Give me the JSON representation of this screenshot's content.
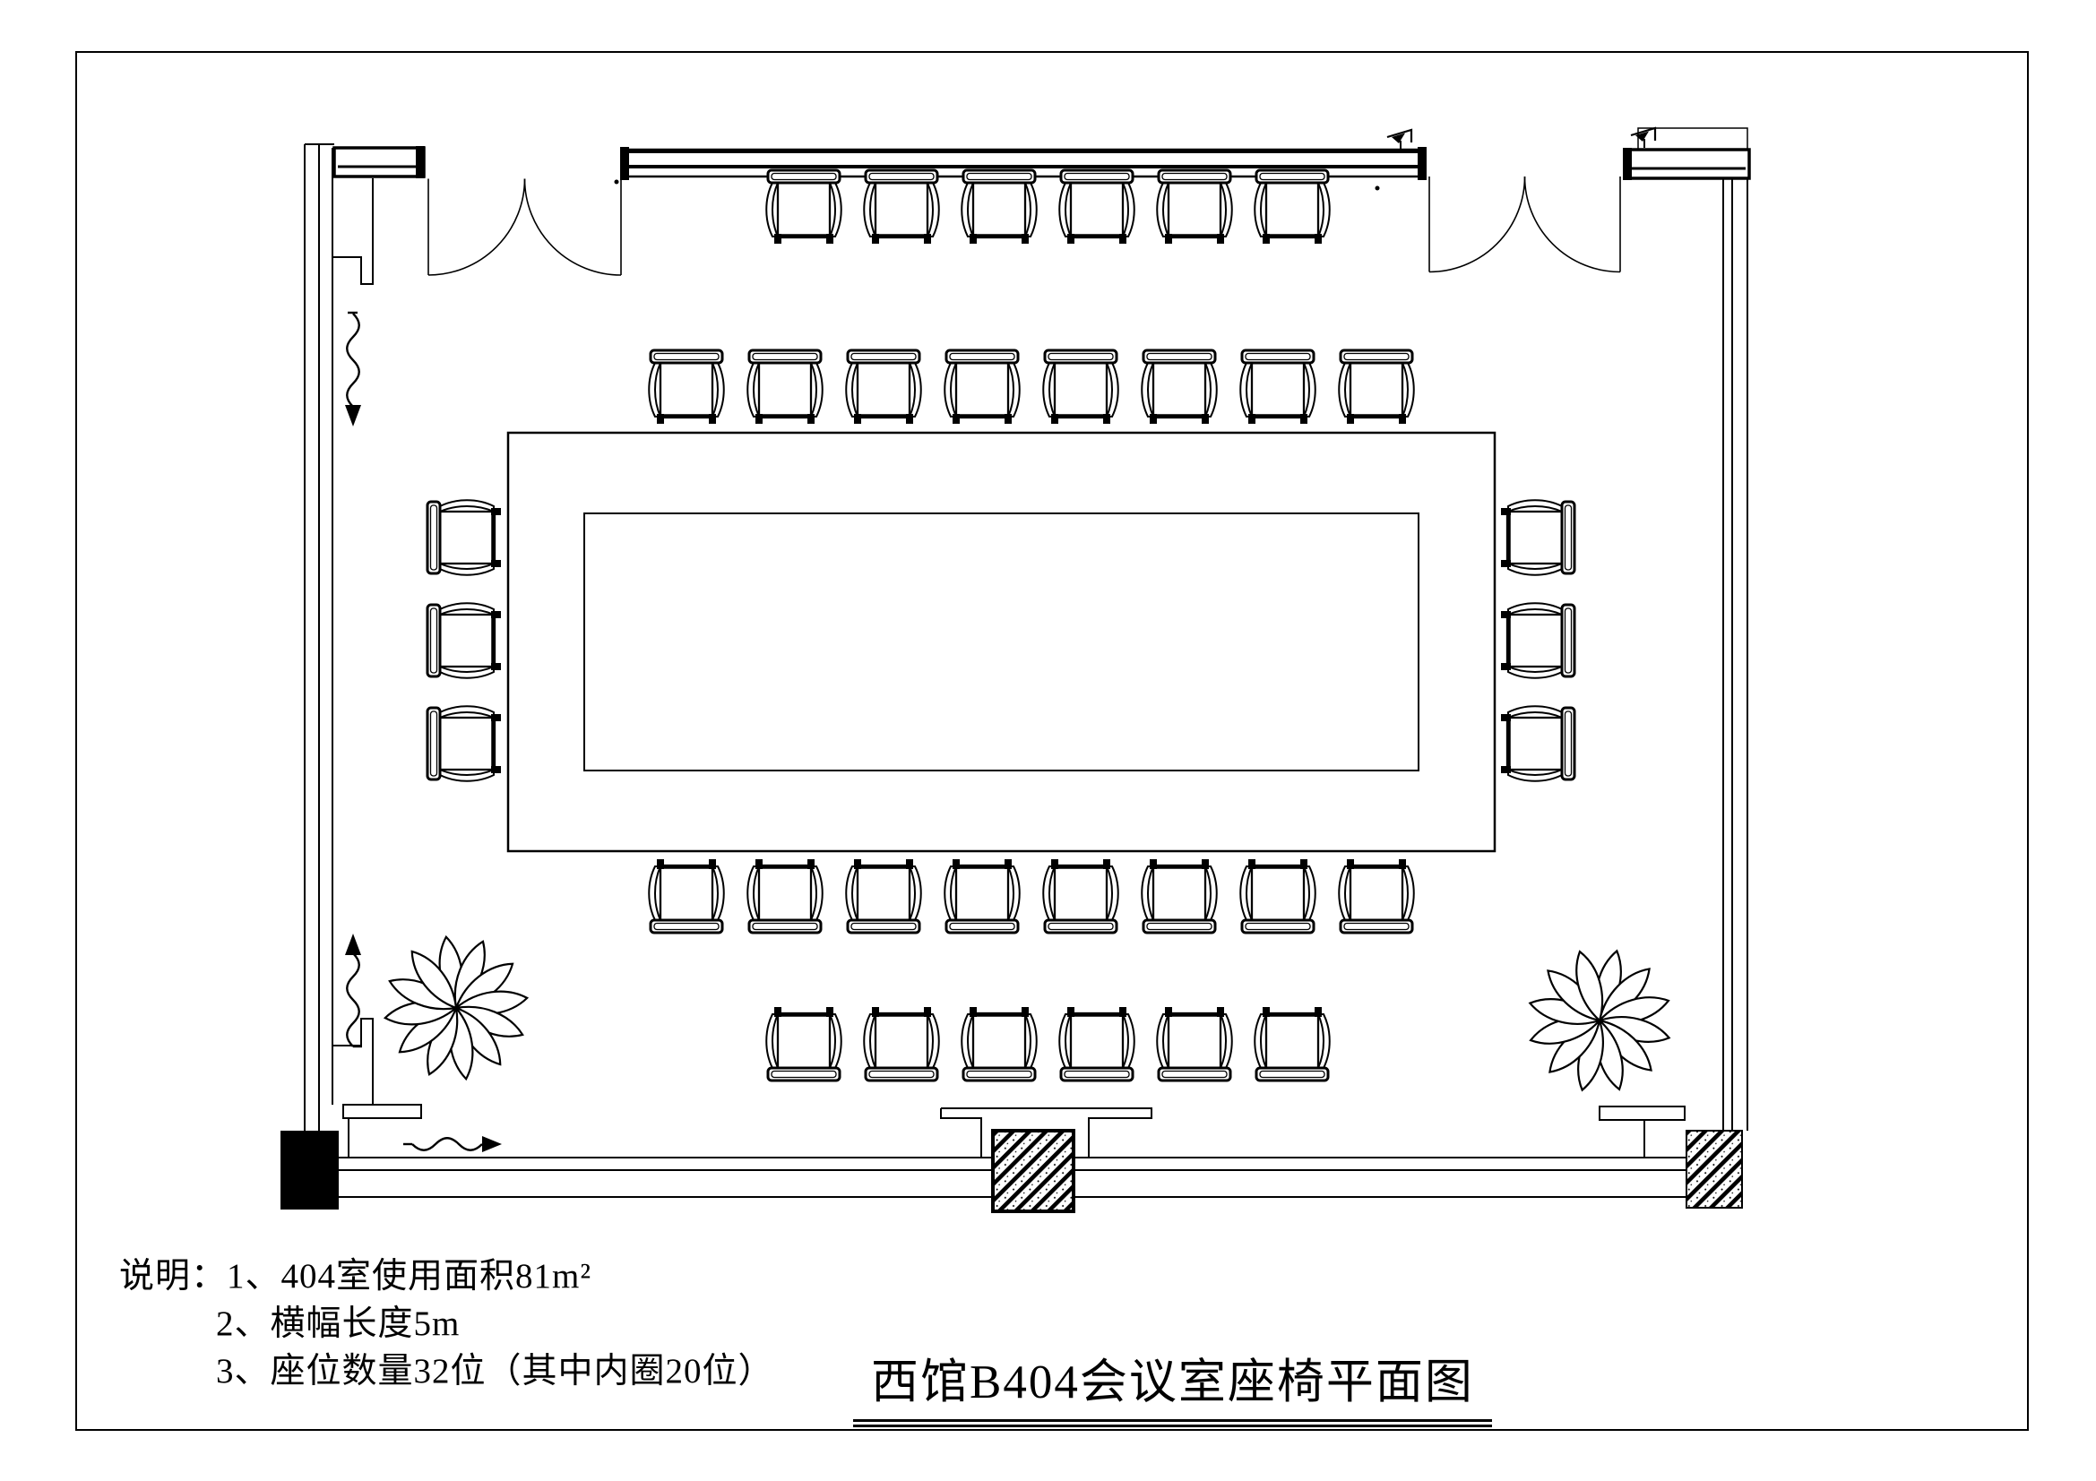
{
  "title": "西馆B404会议室座椅平面图",
  "notes": {
    "label": "说明：",
    "items": [
      "1、404室使用面积81m²",
      "2、横幅长度5m",
      "3、座位数量32位（其中内圈20位）"
    ]
  },
  "seating_rows": {
    "top_wall_row": 6,
    "top_inner_row": 8,
    "left_side": 3,
    "right_side": 3,
    "bottom_inner_row": 8,
    "bottom_wall_row": 6
  },
  "legend": {
    "table_label": "conference-table",
    "plant_label": "plant",
    "door_label": "double-door"
  },
  "colors": {
    "line": "#000000",
    "paper": "#ffffff"
  }
}
